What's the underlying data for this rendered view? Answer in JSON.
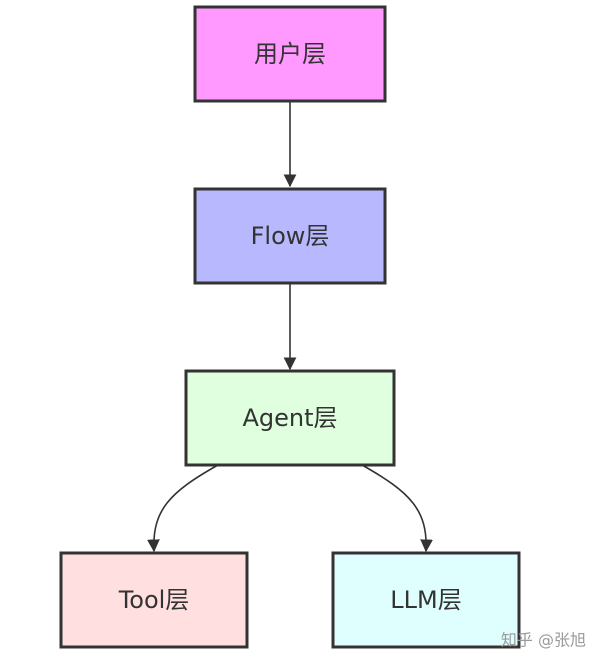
{
  "nodes": [
    {
      "id": "user",
      "label": "用户层",
      "fill": "#ff99ff"
    },
    {
      "id": "flow",
      "label": "Flow层",
      "fill": "#b8b8ff"
    },
    {
      "id": "agent",
      "label": "Agent层",
      "fill": "#dfffdf"
    },
    {
      "id": "tool",
      "label": "Tool层",
      "fill": "#ffdfdf"
    },
    {
      "id": "llm",
      "label": "LLM层",
      "fill": "#dfffff"
    }
  ],
  "edges": [
    {
      "from": "user",
      "to": "flow"
    },
    {
      "from": "flow",
      "to": "agent"
    },
    {
      "from": "agent",
      "to": "tool"
    },
    {
      "from": "agent",
      "to": "llm"
    }
  ],
  "watermark": "知乎 @张旭",
  "colors": {
    "stroke": "#333333",
    "text": "#333333",
    "watermark": "#9a9a9a"
  }
}
